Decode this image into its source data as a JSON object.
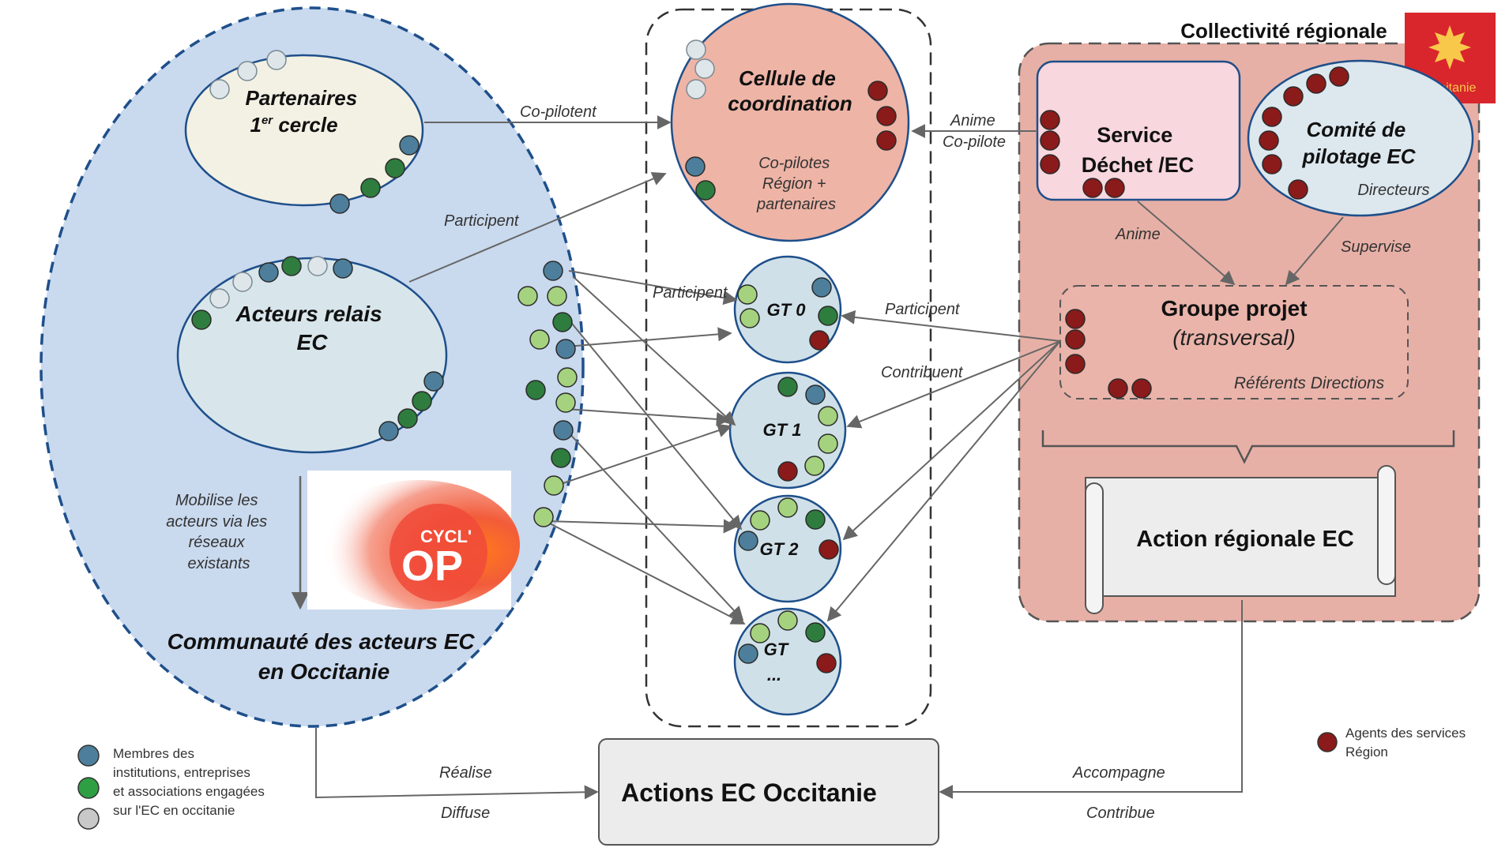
{
  "colors": {
    "blue": "#4d7f9c",
    "dark_green": "#2e7d3e",
    "light_green": "#a5d27e",
    "light_gray": "#dfe6ea",
    "dark_red": "#8b1a1a",
    "community_fill": "#c9d9ee",
    "region_fill": "#e7b0a6",
    "cellule_fill": "#eeb4a6",
    "gt_fill": "#cfe0e8",
    "partenaires_fill": "#f3f1e3",
    "acteurs_fill": "#d8e6ec"
  },
  "community": {
    "partenaires": {
      "line1": "Partenaires",
      "line2_main": "1",
      "line2_sup": "er",
      "line2_rest": " cercle"
    },
    "acteurs_relais": {
      "line1": "Acteurs relais",
      "line2": "EC"
    },
    "mobilise": [
      "Mobilise les",
      "acteurs via les",
      "réseaux",
      "existants"
    ],
    "logo": {
      "line1": "CYCL'",
      "line2": "OP"
    },
    "title": [
      "Communauté des acteurs EC",
      "en Occitanie"
    ]
  },
  "center": {
    "cellule": {
      "title": [
        "Cellule de",
        "coordination"
      ],
      "sub": [
        "Co-pilotes",
        "Région +",
        "partenaires"
      ]
    },
    "gt0": "GT 0",
    "gt1": "GT 1",
    "gt2": "GT 2",
    "gt3": [
      "GT",
      "..."
    ]
  },
  "region": {
    "header": "Collectivité régionale",
    "logo_text": "Occitanie",
    "service": [
      "Service",
      "Déchet /EC"
    ],
    "comite": {
      "title": [
        "Comité de",
        "pilotage EC"
      ],
      "sub": "Directeurs"
    },
    "groupe": {
      "title": "Groupe projet",
      "sub": "(transversal)",
      "referents": "Référents Directions"
    },
    "action": "Action régionale EC"
  },
  "actions": {
    "label": "Actions EC Occitanie"
  },
  "arrow_labels": {
    "copilotent": "Co-pilotent",
    "participent_1": "Participent",
    "participent_2": "Participent",
    "participent_3": "Participent",
    "anime_1": "Anime",
    "copilote": "Co-pilote",
    "anime_2": "Anime",
    "supervise": "Supervise",
    "contribuent": "Contribuent",
    "realise": "Réalise",
    "diffuse": "Diffuse",
    "accompagne": "Accompagne",
    "contribue": "Contribue"
  },
  "legend": {
    "members": [
      "Membres des",
      "institutions, entreprises",
      "et associations engagées",
      "sur l'EC en occitanie"
    ],
    "agents": [
      "Agents des services",
      "Région"
    ]
  }
}
